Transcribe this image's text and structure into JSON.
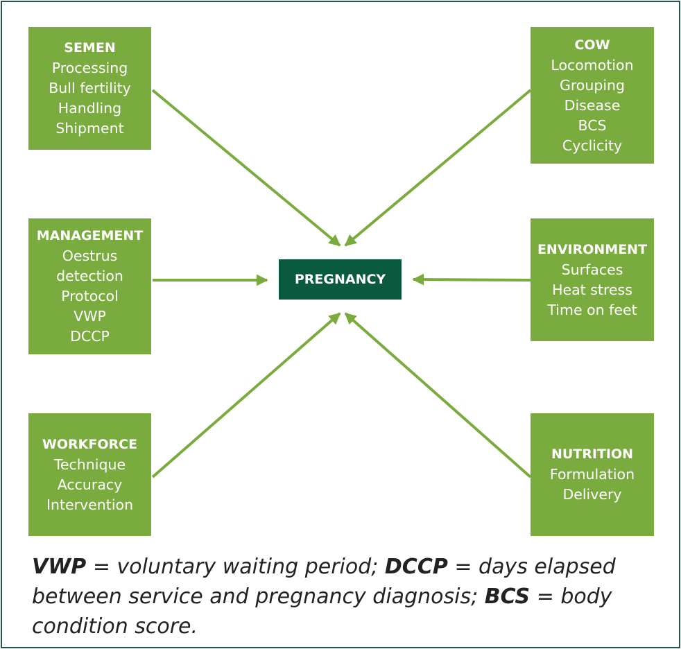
{
  "center": "PREGNANCY",
  "boxes": {
    "semen": {
      "title": "SEMEN",
      "items": [
        "Processing",
        "Bull fertility",
        "Handling",
        "Shipment"
      ]
    },
    "cow": {
      "title": "COW",
      "items": [
        "Locomotion",
        "Grouping",
        "Disease",
        "BCS",
        "Cyclicity"
      ]
    },
    "management": {
      "title": "MANAGEMENT",
      "items": [
        "Oestrus",
        "detection",
        "Protocol",
        "VWP",
        "DCCP"
      ]
    },
    "environment": {
      "title": "ENVIRONMENT",
      "items": [
        "Surfaces",
        "Heat stress",
        "Time on feet"
      ]
    },
    "workforce": {
      "title": "WORKFORCE",
      "items": [
        "Technique",
        "Accuracy",
        "Intervention"
      ]
    },
    "nutrition": {
      "title": "NUTRITION",
      "items": [
        "Formulation",
        "Delivery"
      ]
    }
  },
  "caption": {
    "vwp_term": "VWP",
    "vwp_def": " = voluntary waiting period; ",
    "dccp_term": "DCCP",
    "dccp_def": " = days elapsed between service and pregnancy diagnosis; ",
    "bcs_term": "BCS",
    "bcs_def": " = body condition score."
  },
  "colors": {
    "box": "#7aab3f",
    "center": "#0a5a40",
    "arrow": "#7aab3f",
    "frame": "#1f5a44"
  }
}
